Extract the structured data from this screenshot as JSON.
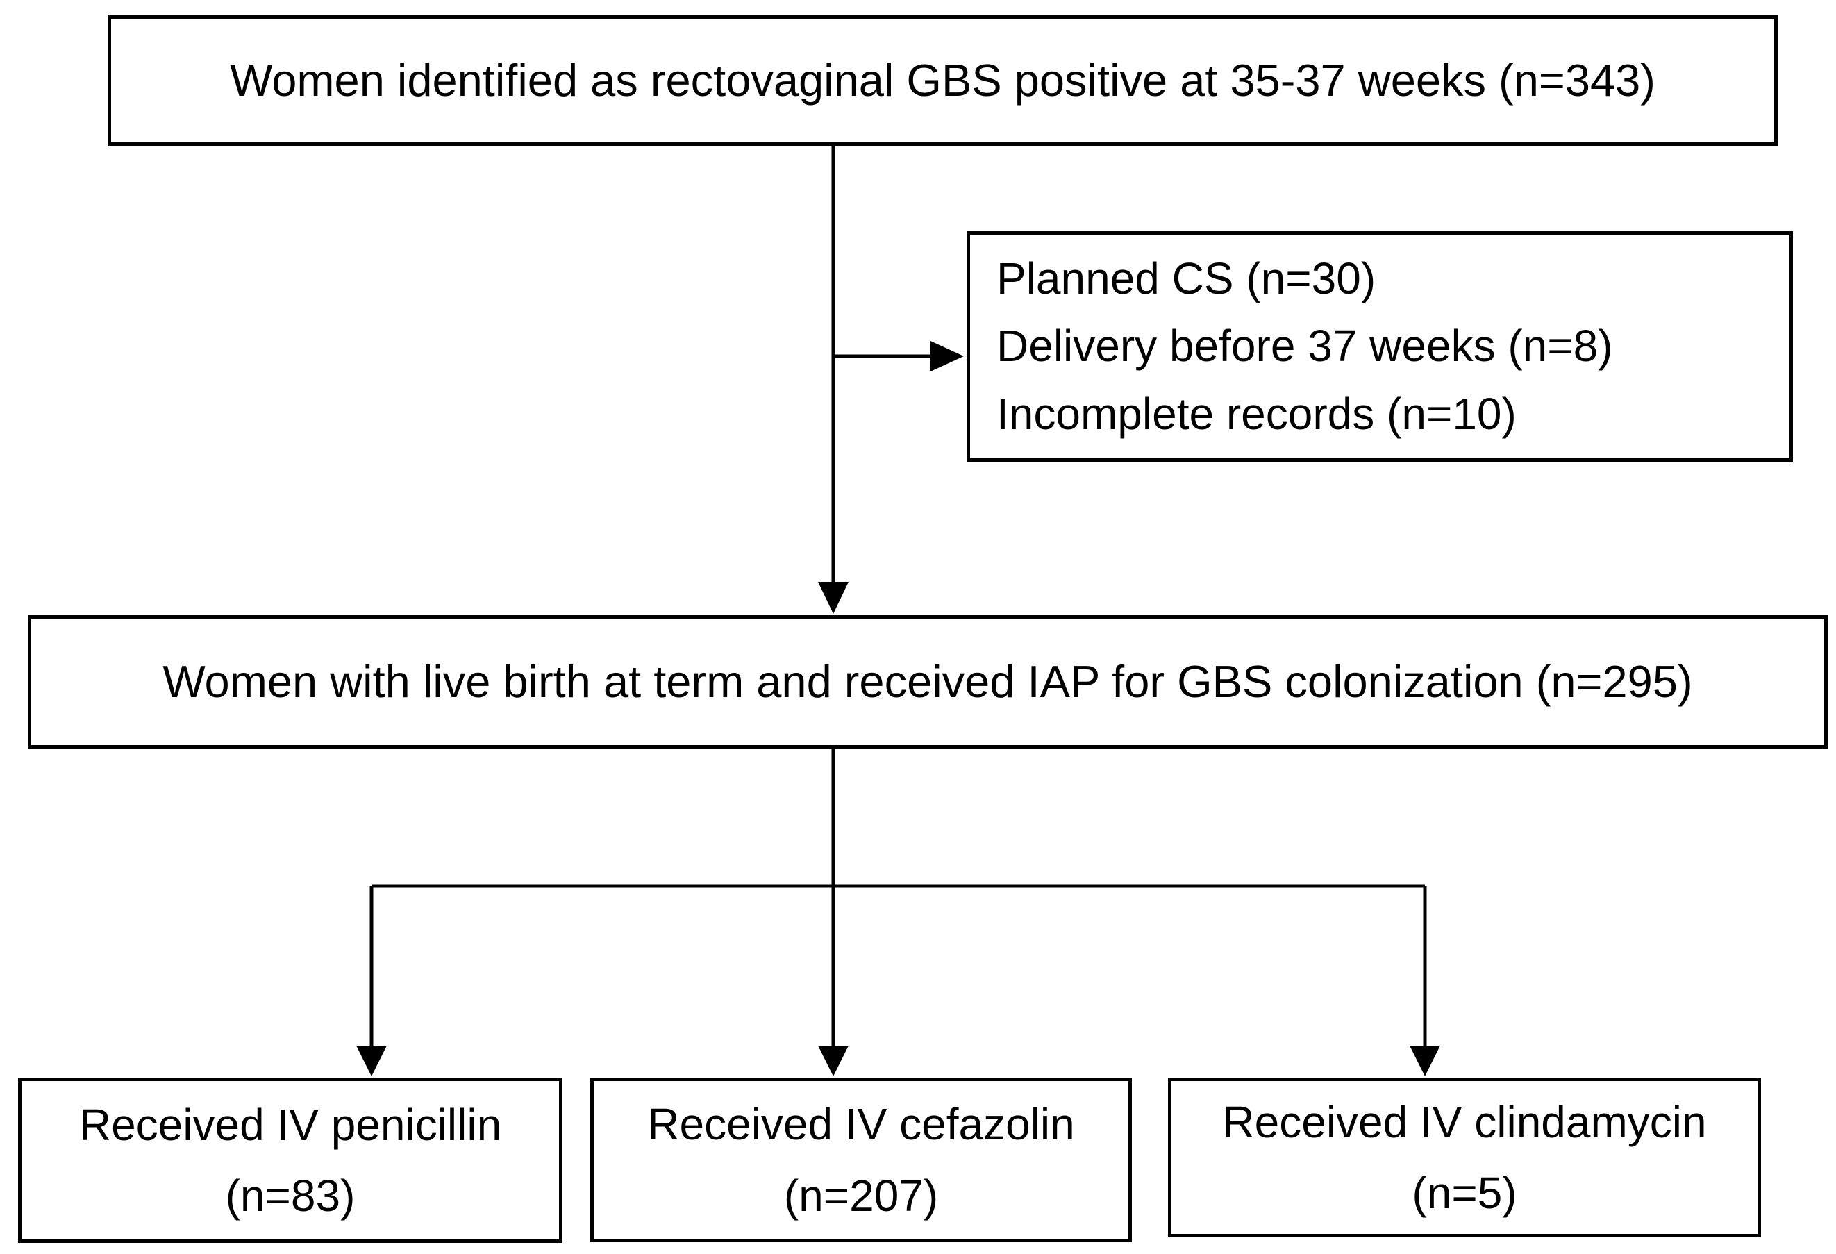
{
  "figure": {
    "background": "#ffffff",
    "line_color": "#000000",
    "text_color": "#000000"
  },
  "flow": {
    "top_box": {
      "text": "Women identified as rectovaginal GBS positive at 35-37 weeks (n=343)"
    },
    "exclusion_box": {
      "lines": [
        "Planned CS (n=30)",
        "Delivery before 37 weeks (n=8)",
        "Incomplete records (n=10)"
      ]
    },
    "middle_box": {
      "text": "Women with live birth at term and received IAP for GBS colonization (n=295)"
    },
    "bottom_boxes": [
      {
        "line1": "Received IV penicillin",
        "line2": "(n=83)"
      },
      {
        "line1": "Received IV cefazolin",
        "line2": "(n=207)"
      },
      {
        "line1": "Received IV clindamycin",
        "line2": "(n=5)"
      }
    ]
  }
}
